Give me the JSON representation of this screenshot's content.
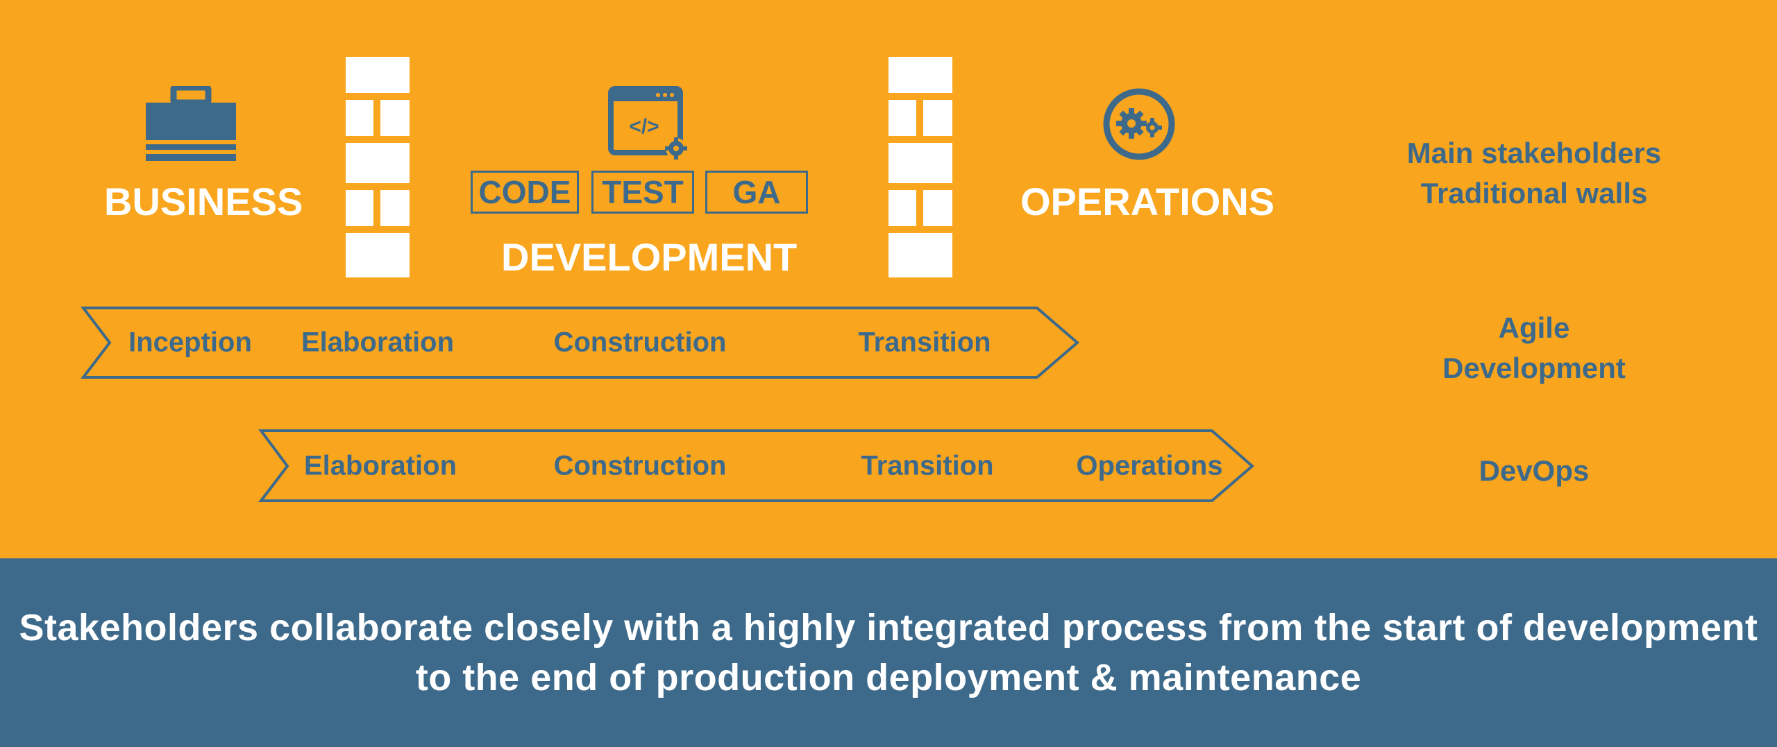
{
  "stakeholders": {
    "business": "BUSINESS",
    "development": "DEVELOPMENT",
    "operations": "OPERATIONS",
    "dev_boxes": [
      "CODE",
      "TEST",
      "GA"
    ]
  },
  "rows": {
    "agile": {
      "phases": [
        "Inception",
        "Elaboration",
        "Construction",
        "Transition"
      ]
    },
    "devops": {
      "phases": [
        "Elaboration",
        "Construction",
        "Transition",
        "Operations"
      ]
    }
  },
  "side_labels": {
    "main_line1": "Main stakeholders",
    "main_line2": "Traditional walls",
    "agile_line1": "Agile",
    "agile_line2": "Development",
    "devops": "DevOps"
  },
  "footer": {
    "line1": "Stakeholders collaborate closely with a highly integrated process from the start of development",
    "line2": "to the end of production deployment & maintenance"
  },
  "icons": {
    "business": "briefcase-icon",
    "development": "code-window-icon",
    "operations": "gears-icon"
  },
  "colors": {
    "background": "#F9A51E",
    "accent": "#3D6A8B",
    "text_light": "#FFFFFF"
  }
}
